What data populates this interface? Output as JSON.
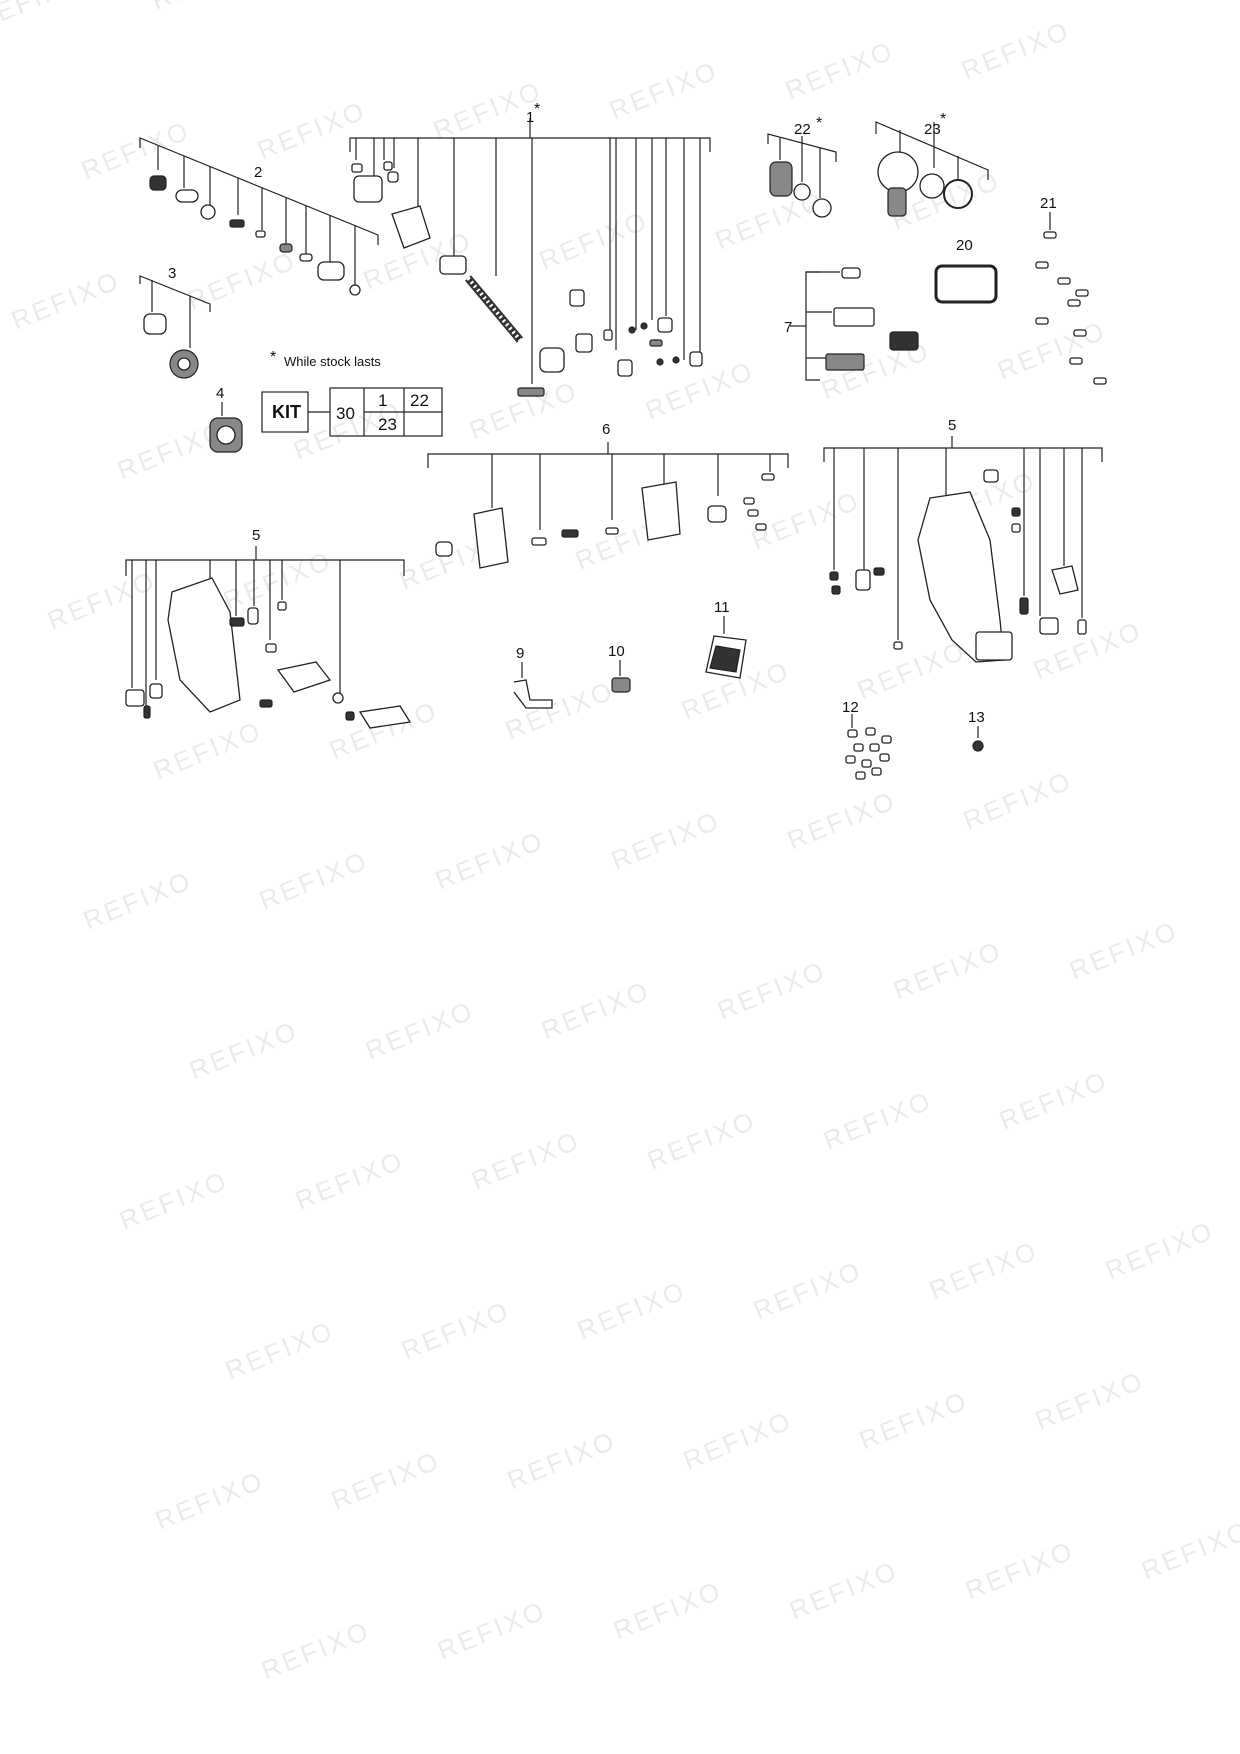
{
  "watermark": "REFIXO",
  "note": {
    "marker": "*",
    "text": "While stock lasts"
  },
  "kit": {
    "title": "KIT",
    "number": "30",
    "cells": [
      "1",
      "22",
      "23",
      ""
    ]
  },
  "callouts": {
    "c1": "1",
    "c2": "2",
    "c3": "3",
    "c4": "4",
    "c5a": "5",
    "c5b": "5",
    "c6": "6",
    "c7": "7",
    "c9": "9",
    "c10": "10",
    "c11": "11",
    "c12": "12",
    "c13": "13",
    "c20": "20",
    "c21": "21",
    "c22": "22",
    "c23": "23"
  },
  "stars": {
    "s1": "*",
    "s22": "*",
    "s23": "*"
  }
}
